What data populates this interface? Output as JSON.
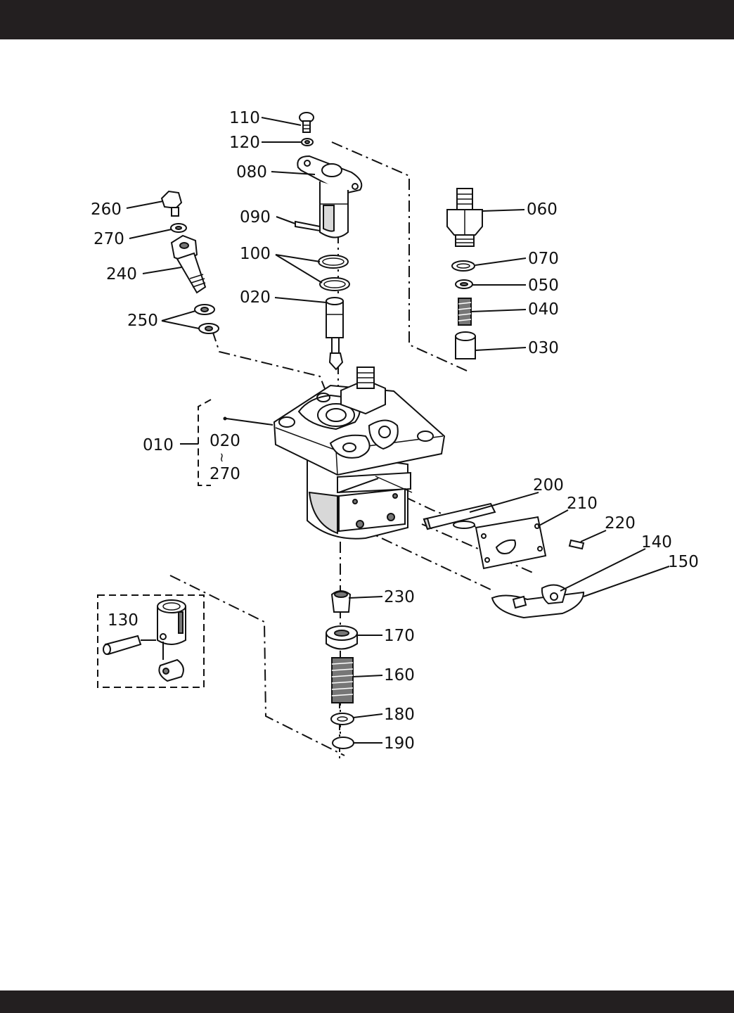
{
  "colors": {
    "frame_bar": "#231f20",
    "ink": "#111111",
    "paper": "#ffffff"
  },
  "labels": {
    "p110": "110",
    "p120": "120",
    "p080": "080",
    "p090": "090",
    "p100": "100",
    "p020": "020",
    "p260": "260",
    "p270": "270",
    "p240": "240",
    "p250": "250",
    "p060": "060",
    "p070": "070",
    "p050": "050",
    "p040": "040",
    "p030": "030",
    "p010": "010",
    "range_from": "020",
    "range_sep": "≀",
    "range_to": "270",
    "p200": "200",
    "p210": "210",
    "p220": "220",
    "p140": "140",
    "p150": "150",
    "p230": "230",
    "p170": "170",
    "p160": "160",
    "p180": "180",
    "p190": "190",
    "p130": "130"
  }
}
